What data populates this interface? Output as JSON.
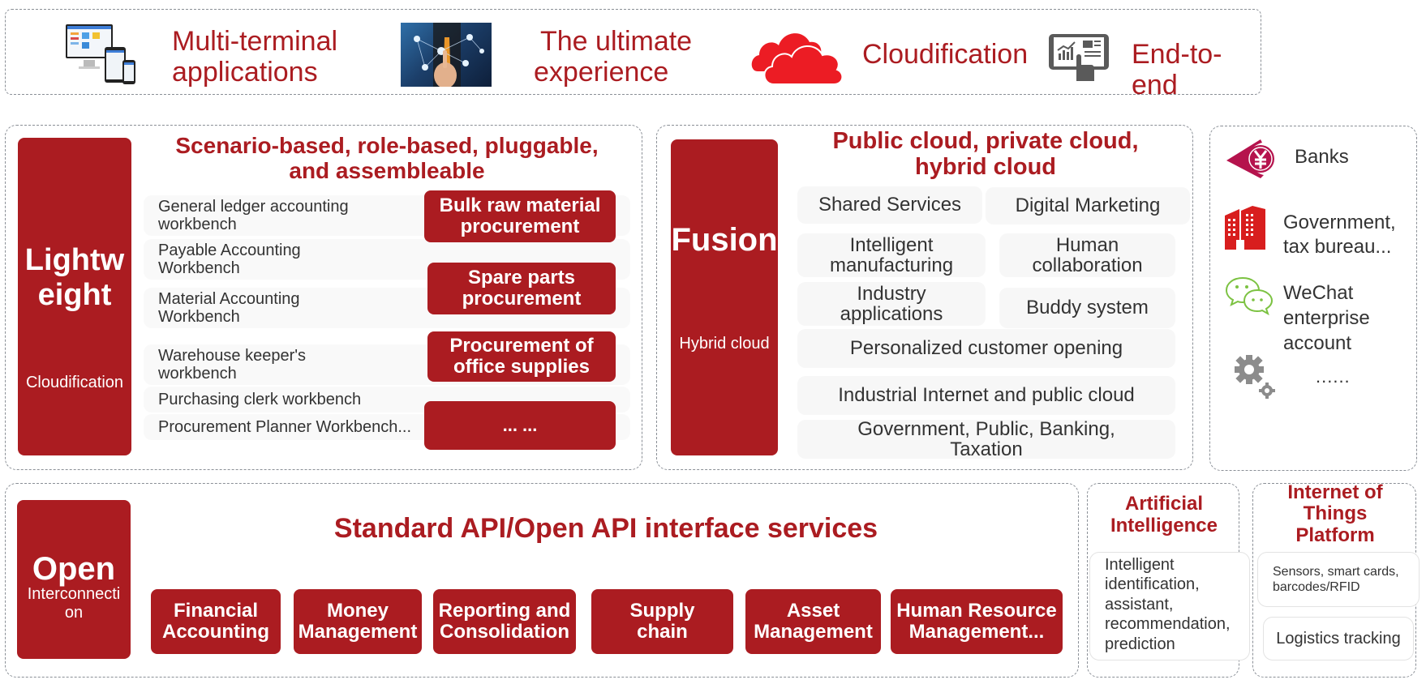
{
  "header_band": {
    "items": [
      {
        "icon": "multi-device-icon",
        "label_line1": "Multi-terminal",
        "label_line2": "applications"
      },
      {
        "icon": "touch-network-photo-icon",
        "label_line1": "The ultimate",
        "label_line2": "experience"
      },
      {
        "icon": "cloud-icon",
        "label_line1": "Cloudification",
        "label_line2": ""
      },
      {
        "icon": "tablet-touch-icon",
        "label_line1": "End-to-end",
        "label_line2": ""
      }
    ]
  },
  "lightweight": {
    "side_title_line1": "Lightw",
    "side_title_line2": "eight",
    "side_subtitle": "Cloudification",
    "heading_line1": "Scenario-based, role-based, pluggable,",
    "heading_line2": "and assembleable",
    "workbenches": [
      {
        "line1": "General ledger accounting",
        "line2": "workbench"
      },
      {
        "line1": "Payable Accounting",
        "line2": "Workbench"
      },
      {
        "line1": "Material Accounting",
        "line2": "Workbench"
      },
      {
        "line1": "Warehouse keeper's",
        "line2": "workbench"
      },
      {
        "line1": "Purchasing clerk workbench",
        "line2": ""
      },
      {
        "line1": "Procurement Planner Workbench...",
        "line2": ""
      }
    ],
    "scenarios": [
      {
        "line1": "Bulk raw material",
        "line2": "procurement"
      },
      {
        "line1": "Spare parts",
        "line2": "procurement"
      },
      {
        "line1": "Procurement of",
        "line2": "office supplies"
      },
      {
        "line1": "... ...",
        "line2": ""
      }
    ]
  },
  "fusion": {
    "side_title": "Fusion",
    "side_subtitle": "Hybrid cloud",
    "heading_line1": "Public cloud, private cloud,",
    "heading_line2": "hybrid cloud",
    "grid": [
      {
        "line1": "Shared Services",
        "line2": ""
      },
      {
        "line1": "Digital Marketing",
        "line2": ""
      },
      {
        "line1": "Intelligent",
        "line2": "manufacturing"
      },
      {
        "line1": "Human",
        "line2": "collaboration"
      },
      {
        "line1": "Industry",
        "line2": "applications"
      },
      {
        "line1": "Buddy system",
        "line2": ""
      }
    ],
    "wide_rows": [
      {
        "line1": "Personalized customer opening",
        "line2": ""
      },
      {
        "line1": "Industrial Internet and public cloud",
        "line2": ""
      },
      {
        "line1": "Government, Public, Banking,",
        "line2": "Taxation"
      }
    ]
  },
  "integrations": {
    "items": [
      {
        "icon": "bank-yuan-icon",
        "line1": "Banks",
        "line2": "",
        "line3": ""
      },
      {
        "icon": "government-building-icon",
        "line1": "Government,",
        "line2": "tax bureau...",
        "line3": ""
      },
      {
        "icon": "wechat-icon",
        "line1": "WeChat",
        "line2": "enterprise",
        "line3": "account"
      },
      {
        "icon": "gears-icon",
        "line1": "......",
        "line2": "",
        "line3": ""
      }
    ]
  },
  "open": {
    "side_title": "Open",
    "side_subtitle_line1": "Interconnecti",
    "side_subtitle_line2": "on",
    "heading": "Standard API/Open API interface services",
    "modules": [
      {
        "line1": "Financial",
        "line2": "Accounting"
      },
      {
        "line1": "Money",
        "line2": "Management"
      },
      {
        "line1": "Reporting and",
        "line2": "Consolidation"
      },
      {
        "line1": "Supply",
        "line2": "chain"
      },
      {
        "line1": "Asset",
        "line2": "Management"
      },
      {
        "line1": "Human Resource",
        "line2": "Management..."
      }
    ]
  },
  "ai": {
    "heading_line1": "Artificial",
    "heading_line2": "Intelligence",
    "body_lines": [
      "Intelligent",
      "identification,",
      "assistant,",
      "recommendation,",
      "prediction"
    ]
  },
  "iot": {
    "heading_line1": "Internet of",
    "heading_line2": "Things",
    "heading_line3": "Platform",
    "row1_line1": "Sensors, smart cards,",
    "row1_line2": "barcodes/RFID",
    "row2": "Logistics tracking"
  },
  "colors": {
    "brand_red": "#ab1c21",
    "cloud_red": "#ec1c24",
    "bank_magenta": "#b5134d",
    "wechat_green": "#7cc242",
    "icon_gray": "#8c8c8c"
  }
}
